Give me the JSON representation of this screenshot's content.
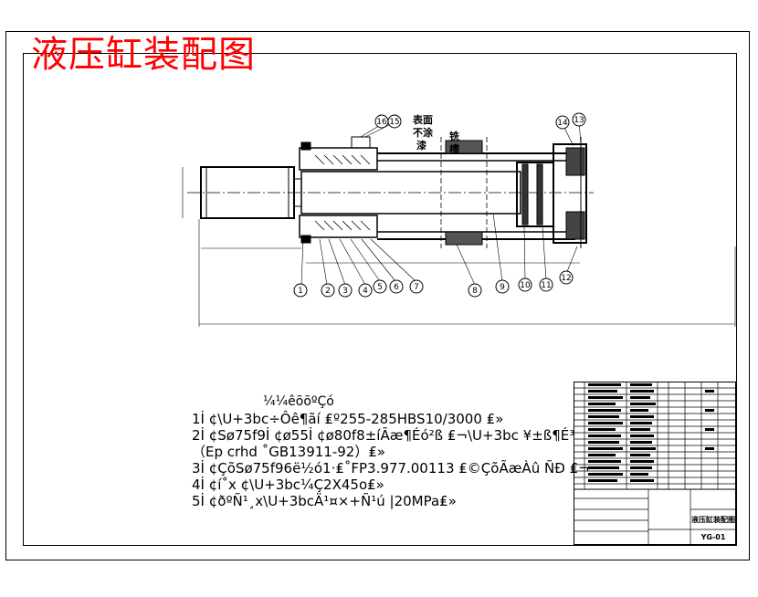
{
  "title": "液压缸装配图",
  "callouts": [
    "1",
    "2",
    "3",
    "4",
    "5",
    "6",
    "7",
    "8",
    "9",
    "10",
    "11",
    "12",
    "13",
    "14",
    "15",
    "16"
  ],
  "surface_note": [
    "表面",
    "不涂",
    "漆"
  ],
  "cast_note": [
    "铣",
    "槽"
  ],
  "notes": {
    "heading": "¼¼êõõºÇó",
    "lines": [
      "1İ ¢\\U+3bc÷Ôê¶ãí ₤º255-285HBS10/3000 ₤»",
      "2İ ¢Sø75f9İ ¢ø55İ ¢ø80f8±íÃæ¶Éó²ß ₤¬\\U+3bc ¥±ß¶É³",
      "（Ep crhd ˚GB13911-92）₤»",
      "3İ ¢ÇõSø75f96ë½ó1·₤˚FP3.977.00113 ₤©ÇõÃæÀû ÑÐ ₤¬",
      "4İ ¢í˚x ¢\\U+3bc¼Ç2X45o₤»",
      "5İ ¢ðºÑ¹¸x\\U+3bcÄ¹¤×+Ñ¹ú |20MPa₤»"
    ]
  },
  "title_block": {
    "drawing_name": "液压缸装配图",
    "drawing_no": "YG-01"
  }
}
